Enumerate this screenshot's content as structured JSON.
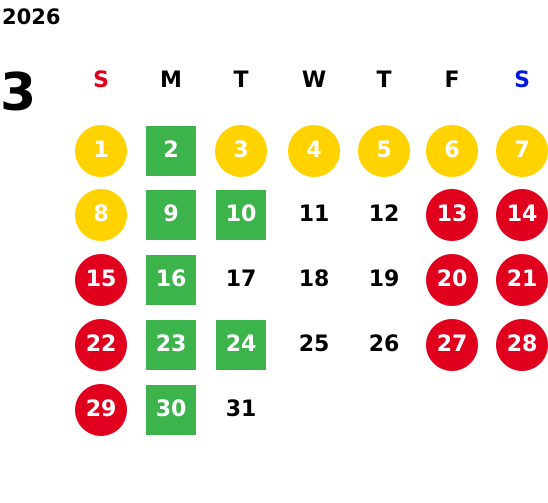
{
  "calendar": {
    "year": "2026",
    "month": "3",
    "colors": {
      "yellow": "#FFD200",
      "green": "#3CB44B",
      "red": "#E0001E",
      "sunday_header": "#E0001E",
      "saturday_header": "#0018E0",
      "default_text": "#000000",
      "filled_text": "#ffffff"
    },
    "weekdays": [
      {
        "label": "S",
        "color": "#E0001E"
      },
      {
        "label": "M",
        "color": "#000000"
      },
      {
        "label": "T",
        "color": "#000000"
      },
      {
        "label": "W",
        "color": "#000000"
      },
      {
        "label": "T",
        "color": "#000000"
      },
      {
        "label": "F",
        "color": "#000000"
      },
      {
        "label": "S",
        "color": "#0018E0"
      }
    ],
    "days": [
      {
        "day": "1",
        "style": "yellow-circle"
      },
      {
        "day": "2",
        "style": "green-square"
      },
      {
        "day": "3",
        "style": "yellow-circle"
      },
      {
        "day": "4",
        "style": "yellow-circle"
      },
      {
        "day": "5",
        "style": "yellow-circle"
      },
      {
        "day": "6",
        "style": "yellow-circle"
      },
      {
        "day": "7",
        "style": "yellow-circle"
      },
      {
        "day": "8",
        "style": "yellow-circle"
      },
      {
        "day": "9",
        "style": "green-square"
      },
      {
        "day": "10",
        "style": "green-square"
      },
      {
        "day": "11",
        "style": "plain"
      },
      {
        "day": "12",
        "style": "plain"
      },
      {
        "day": "13",
        "style": "red-circle"
      },
      {
        "day": "14",
        "style": "red-circle"
      },
      {
        "day": "15",
        "style": "red-circle"
      },
      {
        "day": "16",
        "style": "green-square"
      },
      {
        "day": "17",
        "style": "plain"
      },
      {
        "day": "18",
        "style": "plain"
      },
      {
        "day": "19",
        "style": "plain"
      },
      {
        "day": "20",
        "style": "red-circle"
      },
      {
        "day": "21",
        "style": "red-circle"
      },
      {
        "day": "22",
        "style": "red-circle"
      },
      {
        "day": "23",
        "style": "green-square"
      },
      {
        "day": "24",
        "style": "green-square"
      },
      {
        "day": "25",
        "style": "plain"
      },
      {
        "day": "26",
        "style": "plain"
      },
      {
        "day": "27",
        "style": "red-circle"
      },
      {
        "day": "28",
        "style": "red-circle"
      },
      {
        "day": "29",
        "style": "red-circle"
      },
      {
        "day": "30",
        "style": "green-square"
      },
      {
        "day": "31",
        "style": "plain"
      }
    ]
  }
}
